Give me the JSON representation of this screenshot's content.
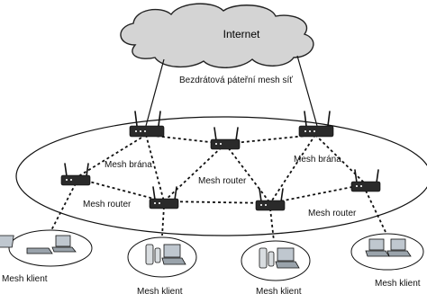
{
  "cloud_label": "Internet",
  "backbone_label": "Bezdrátová páteřní mesh síť",
  "gateway_left_label": "Mesh brána",
  "gateway_right_label": "Mesh brána",
  "router_center_label": "Mesh router",
  "router_left_label": "Mesh router",
  "router_right_label": "Mesh router",
  "clients": [
    "Mesh klient",
    "Mesh klient",
    "Mesh klient",
    "Mesh klient"
  ]
}
